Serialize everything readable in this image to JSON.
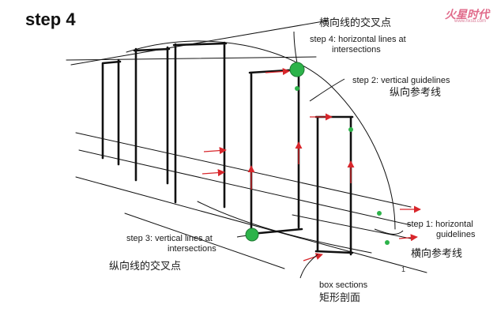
{
  "title": "step 4",
  "watermark": {
    "logo_text": "火星时代",
    "url": "www.hxsd.com"
  },
  "labels": {
    "step4_en_line1": "step 4: horizontal lines at",
    "step4_en_line2": "intersections",
    "step4_cn": "横向线的交叉点",
    "step2_en": "step 2: vertical guidelines",
    "step2_cn": "纵向参考线",
    "step1_en_line1": "step 1: horizontal",
    "step1_en_line2": "guidelines",
    "step1_cn": "横向参考线",
    "step3_en_line1": "step 3: vertical lines at",
    "step3_en_line2": "intersections",
    "step3_cn": "纵向线的交叉点",
    "box_en": "box sections",
    "box_cn": "矩形剖面",
    "page_number": "1"
  },
  "colors": {
    "ink": "#111111",
    "arrow": "#d8262b",
    "marker_green": "#2db34a",
    "marker_dark_green": "#1f7a33"
  }
}
